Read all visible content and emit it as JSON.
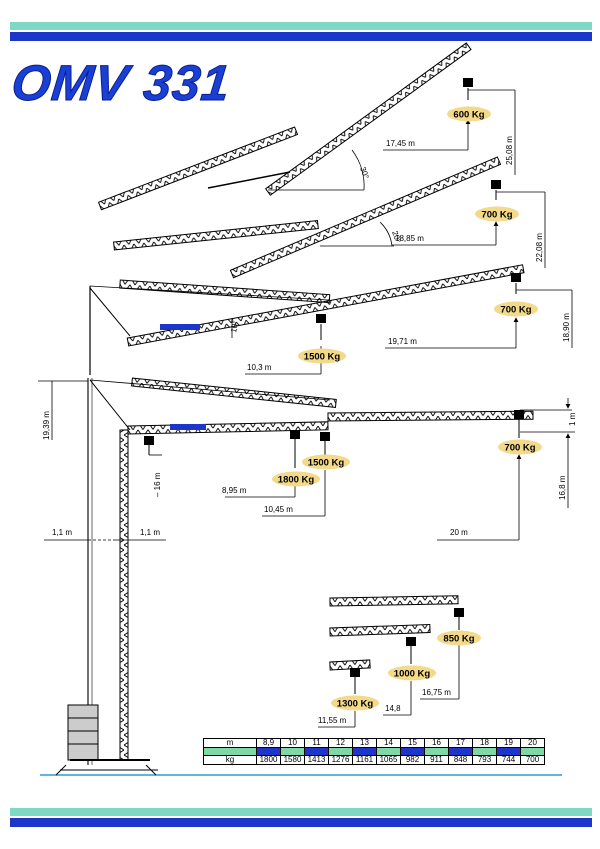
{
  "title": "OMV 331",
  "colors": {
    "band_teal": "#7fd8c4",
    "band_blue": "#1b36c9",
    "title_blue": "#1a3fd6",
    "label_fill": "#f3d98a",
    "table_green": "#7fd8a8",
    "table_blue": "#1b36c9"
  },
  "configs": [
    {
      "angle": "30°",
      "load": "600 Kg",
      "reach": "17,45 m",
      "height": "25,08 m"
    },
    {
      "angle": "20°",
      "load": "700 Kg",
      "reach": "18,85 m",
      "height": "22,08 m"
    },
    {
      "angle": "10°",
      "load_tip": "700 Kg",
      "load_mid": "1500 Kg",
      "reach_tip": "19,71 m",
      "reach_mid": "10,3 m",
      "height": "18,90 m"
    },
    {
      "load_tip": "700 Kg",
      "load_mid1": "1800 Kg",
      "load_mid2": "1500 Kg",
      "reach_tip": "20 m",
      "reach_mid1": "8,95 m",
      "reach_mid2": "10,45 m",
      "height": "16,8 m",
      "offset": "1 m",
      "under_hook": "– 16 m"
    }
  ],
  "mast": {
    "height": "19,39 m",
    "left_base": "1,1 m",
    "right_base": "1,1 m"
  },
  "short_jib": {
    "load_a": "850 Kg",
    "load_b": "1000 Kg",
    "load_c": "1300 Kg",
    "reach_a": "16,75 m",
    "reach_b": "14,8",
    "reach_c": "11,55 m"
  },
  "load_table": {
    "row_label_m": "m",
    "row_label_kg": "kg",
    "m": [
      "8,9",
      "10",
      "11",
      "12",
      "13",
      "14",
      "15",
      "16",
      "17",
      "18",
      "19",
      "20"
    ],
    "kg": [
      "1800",
      "1580",
      "1413",
      "1276",
      "1161",
      "1065",
      "982",
      "911",
      "848",
      "793",
      "744",
      "700"
    ]
  }
}
